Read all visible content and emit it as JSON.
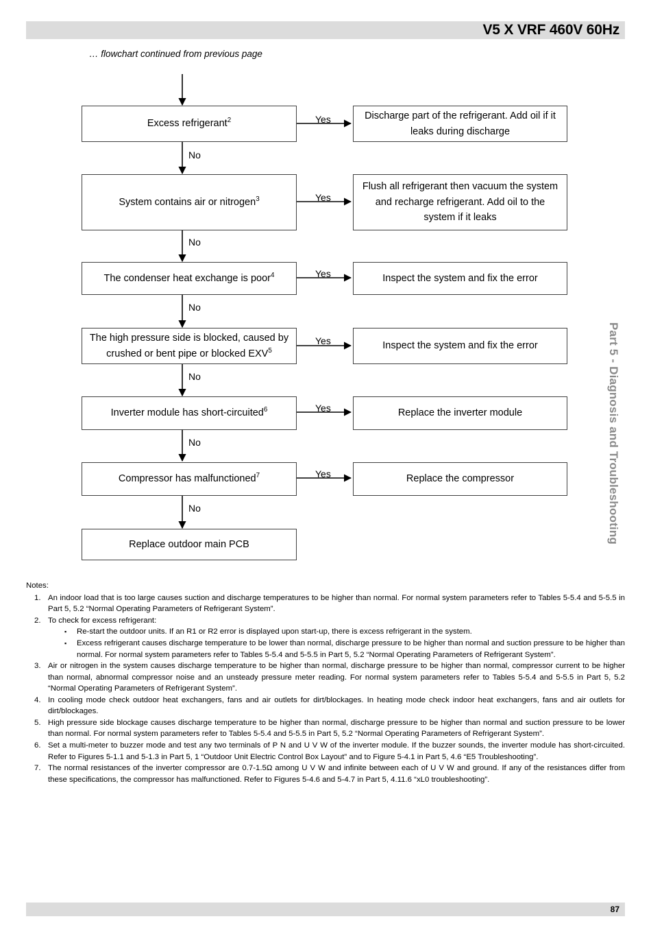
{
  "header": {
    "title": "V5 X VRF 460V 60Hz"
  },
  "footer": {
    "page_number": "87"
  },
  "side_tab": {
    "label": "Part 5 - Diagnosis and Troubleshooting"
  },
  "caption": {
    "continued": "… flowchart continued from previous page"
  },
  "flowchart": {
    "yes_label": "Yes",
    "no_label": "No",
    "rows": [
      {
        "condition": "Excess refrigerant",
        "condition_sup": "2",
        "action": "Discharge part of the refrigerant. Add oil if it leaks during discharge"
      },
      {
        "condition": "System contains air or nitrogen",
        "condition_sup": "3",
        "action": "Flush all refrigerant then vacuum the system and recharge refrigerant. Add oil to the system if it leaks"
      },
      {
        "condition": "The condenser heat exchange is poor",
        "condition_sup": "4",
        "action": "Inspect the system and fix the error"
      },
      {
        "condition": "The high pressure side is blocked, caused by crushed or bent pipe or blocked EXV",
        "condition_sup": "5",
        "action": "Inspect the system and fix the error"
      },
      {
        "condition": "Inverter module has short-circuited",
        "condition_sup": "6",
        "action": "Replace the inverter module"
      },
      {
        "condition": "Compressor has malfunctioned",
        "condition_sup": "7",
        "action": "Replace the compressor"
      }
    ],
    "terminal": "Replace outdoor main PCB"
  },
  "notes": {
    "title": "Notes:",
    "items": [
      {
        "number": "1.",
        "text": "An indoor load that is too large causes suction and discharge temperatures to be higher than normal. For normal system parameters refer to Tables 5-5.4 and 5-5.5 in Part 5, 5.2 “Normal Operating Parameters of Refrigerant System”."
      },
      {
        "number": "2.",
        "text": "To check for excess refrigerant:",
        "subitems": [
          "Re-start the outdoor units. If an R1 or R2 error is displayed upon start-up, there is excess refrigerant in the system.",
          "Excess refrigerant causes discharge temperature to be lower than normal, discharge pressure to be higher than normal and suction pressure to be higher than normal. For normal system parameters refer to Tables 5-5.4 and 5-5.5 in Part 5, 5.2 “Normal Operating Parameters of Refrigerant System”."
        ]
      },
      {
        "number": "3.",
        "text": "Air or nitrogen in the system causes discharge temperature to be higher than normal, discharge pressure to be higher than normal, compressor current to be higher than normal, abnormal compressor noise and an unsteady pressure meter reading. For normal system parameters refer to Tables 5-5.4 and 5-5.5 in Part 5, 5.2 “Normal Operating Parameters of Refrigerant System”."
      },
      {
        "number": "4.",
        "text": "In cooling mode check outdoor heat exchangers, fans and air outlets for dirt/blockages. In heating mode check indoor heat exchangers, fans and air outlets for dirt/blockages."
      },
      {
        "number": "5.",
        "text": "High pressure side blockage causes discharge temperature to be higher than normal, discharge pressure to be higher than normal and suction pressure to be lower than normal. For normal system parameters refer to Tables 5-5.4 and 5-5.5 in Part 5, 5.2 “Normal Operating Parameters of Refrigerant System”."
      },
      {
        "number": "6.",
        "text": "Set a multi-meter to buzzer mode and test any two terminals of P N and U V W of the inverter module. If the buzzer sounds, the inverter module has short-circuited. Refer to Figures 5-1.1 and 5-1.3 in Part 5, 1 “Outdoor Unit Electric Control Box Layout” and to Figure 5-4.1 in Part 5, 4.6 “E5 Troubleshooting”."
      },
      {
        "number": "7.",
        "text": "The normal resistances of the inverter compressor are 0.7-1.5Ω among U V W and infinite between each of U V W and ground. If any of the resistances differ from these specifications, the compressor has malfunctioned. Refer to Figures 5-4.6 and 5-4.7 in Part 5, 4.11.6 “xL0 troubleshooting”."
      }
    ]
  }
}
